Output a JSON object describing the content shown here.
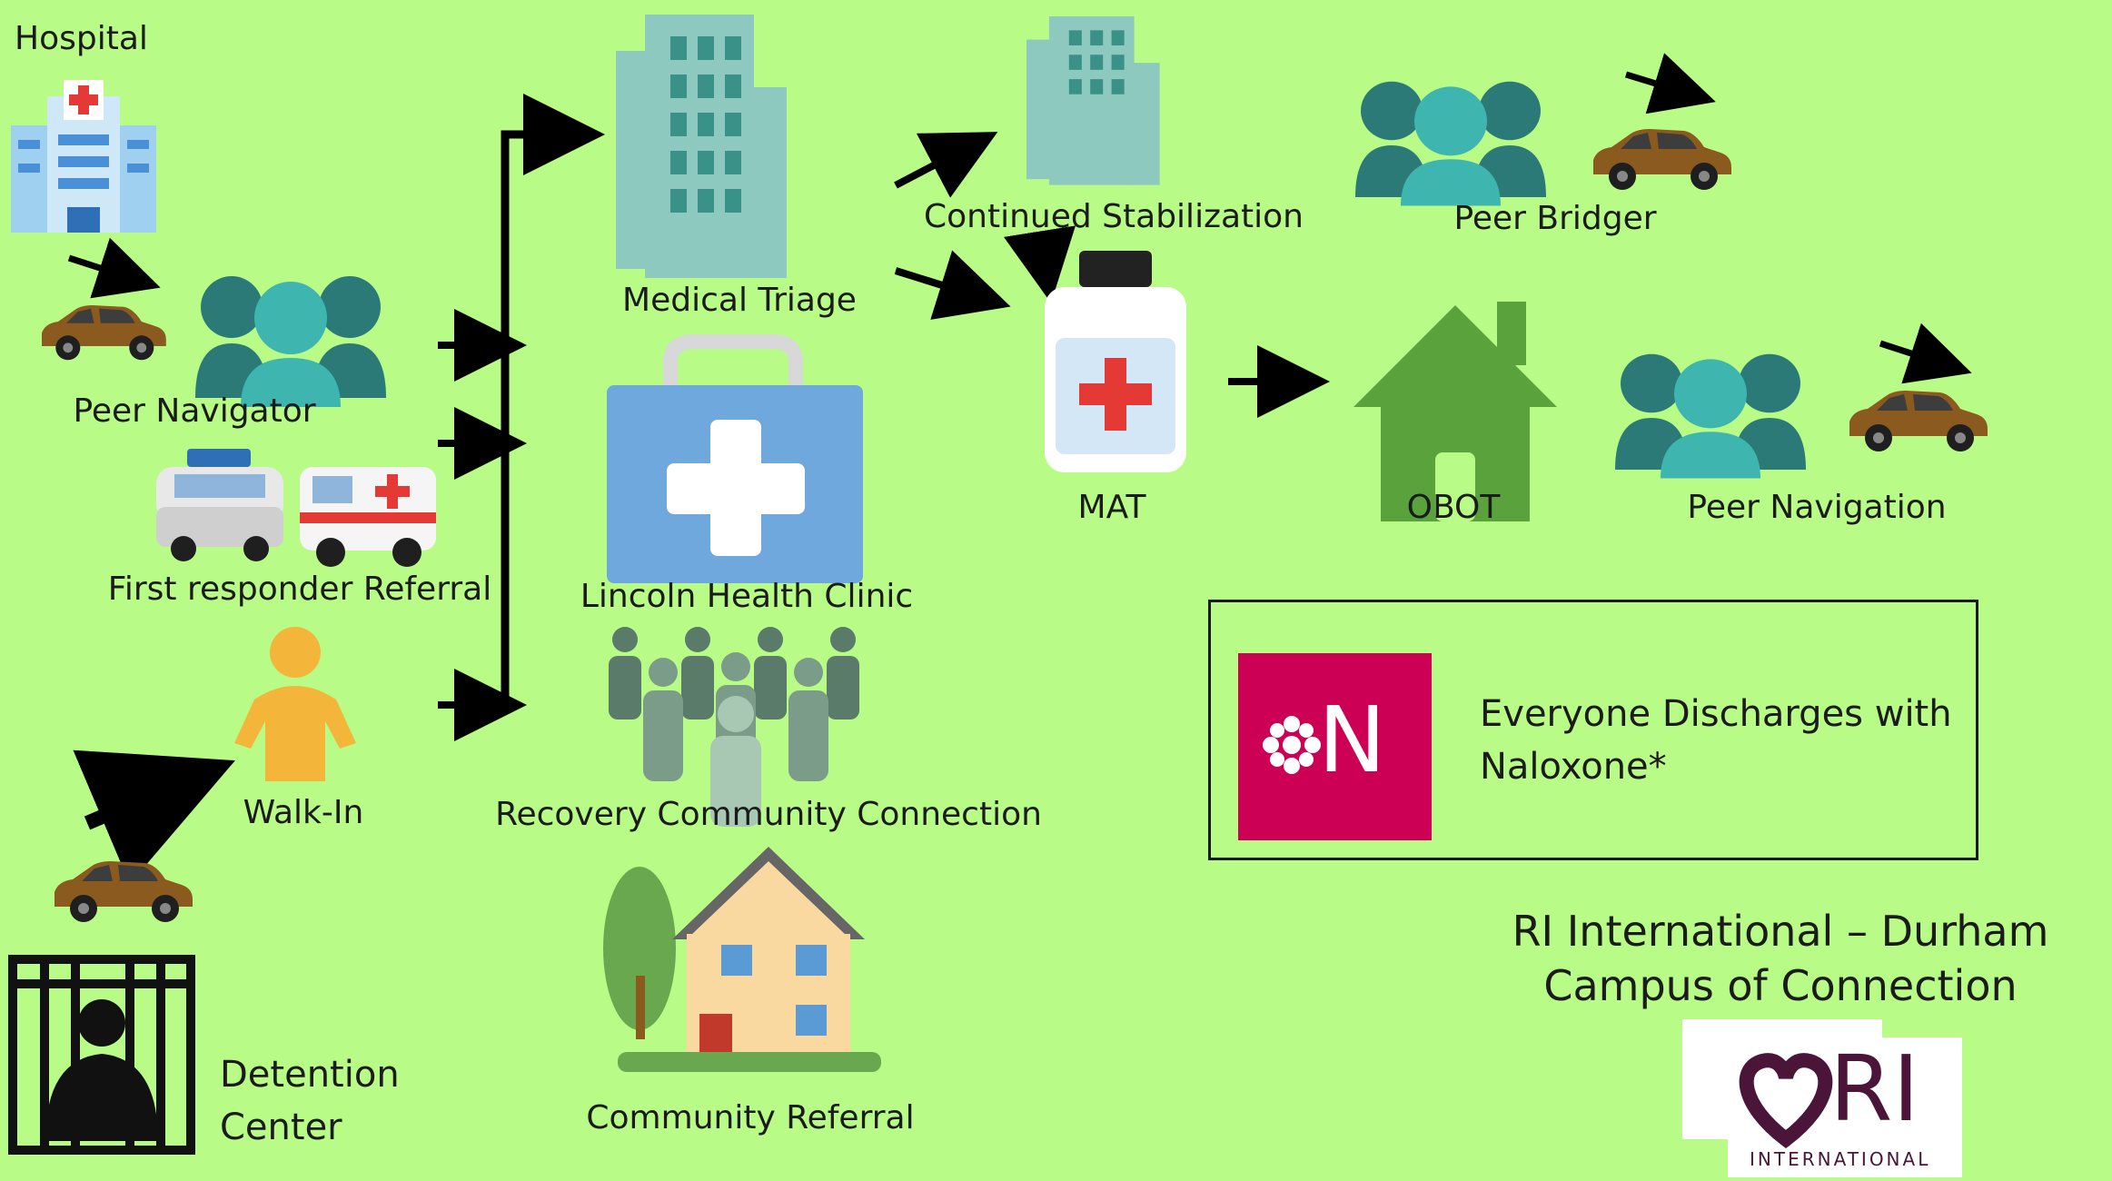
{
  "labels": {
    "hospital": "Hospital",
    "peer_navigator": "Peer Navigator",
    "first_responder": "First responder Referral",
    "walk_in": "Walk-In",
    "detention_line1": "Detention",
    "detention_line2": "Center",
    "medical_triage": "Medical Triage",
    "lincoln_clinic": "Lincoln Health Clinic",
    "recovery_community": "Recovery Community Connection",
    "community_referral": "Community Referral",
    "continued_stabilization": "Continued Stabilization",
    "mat": "MAT",
    "peer_bridger": "Peer Bridger",
    "obot": "OBOT",
    "peer_navigation": "Peer Navigation"
  },
  "naloxone": {
    "tile_letter": "N",
    "line1": "Everyone Discharges with",
    "line2": "Naloxone*",
    "tile_color": "#cc0156"
  },
  "brand": {
    "line1": "RI International – Durham",
    "line2": "Campus of Connection",
    "logo_text": "RI",
    "logo_subtext": "INTERNATIONAL"
  },
  "colors": {
    "background": "#b8fb86",
    "people_dark": "#2b7a78",
    "people_light": "#3fb5b0",
    "building": "#8ec9c0",
    "house_green": "#5aa33c",
    "walkin_orange": "#f4b63a",
    "car_brown": "#8a5a1e",
    "logo_maroon": "#4a1538"
  },
  "icons": [
    "hospital-icon",
    "car-icon",
    "people-icon",
    "police-car-icon",
    "ambulance-icon",
    "person-icon",
    "jail-icon",
    "building-icon",
    "medical-kit-icon",
    "crowd-icon",
    "house-icon",
    "medicine-bottle-icon",
    "home-icon",
    "naloxone-logo",
    "ri-logo"
  ]
}
